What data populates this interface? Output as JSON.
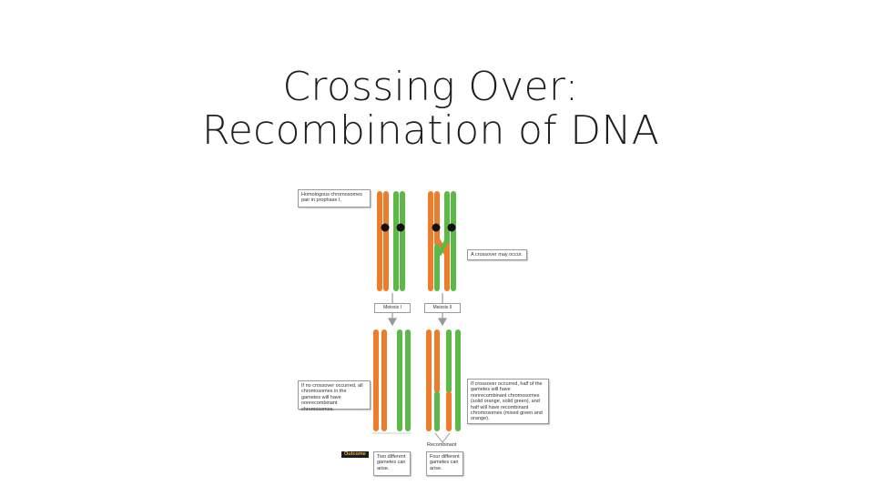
{
  "slide": {
    "title_line1": "Crossing Over:",
    "title_line2": "Recombination of DNA"
  },
  "figure": {
    "callout_homologous": "Homologous chromosomes pair in prophase I.",
    "callout_crossover": "A crossover may occur.",
    "tag_meiosis_left": "Meiosis I",
    "tag_meiosis_right": "Meiosis II",
    "callout_no_crossover": "If no crossover occurred, all chromosomes in the gametes will have nonrecombinant chromosomes.",
    "callout_crossover_result": "If crossover occurred, half of the gametes will have nonrecombinant chromosomes (solid orange, solid green), and half will have recombinant chromosomes (mixed green and orange).",
    "recombinant_label": "Recombinant",
    "outcome_label": "Outcome",
    "outcome_two": "Two different gametes can arise.",
    "outcome_four": "Four different gametes can arise."
  },
  "colors": {
    "orange": "#ee7d2b",
    "green": "#5cb847",
    "centromere": "#111111",
    "arrow": "#999999"
  }
}
